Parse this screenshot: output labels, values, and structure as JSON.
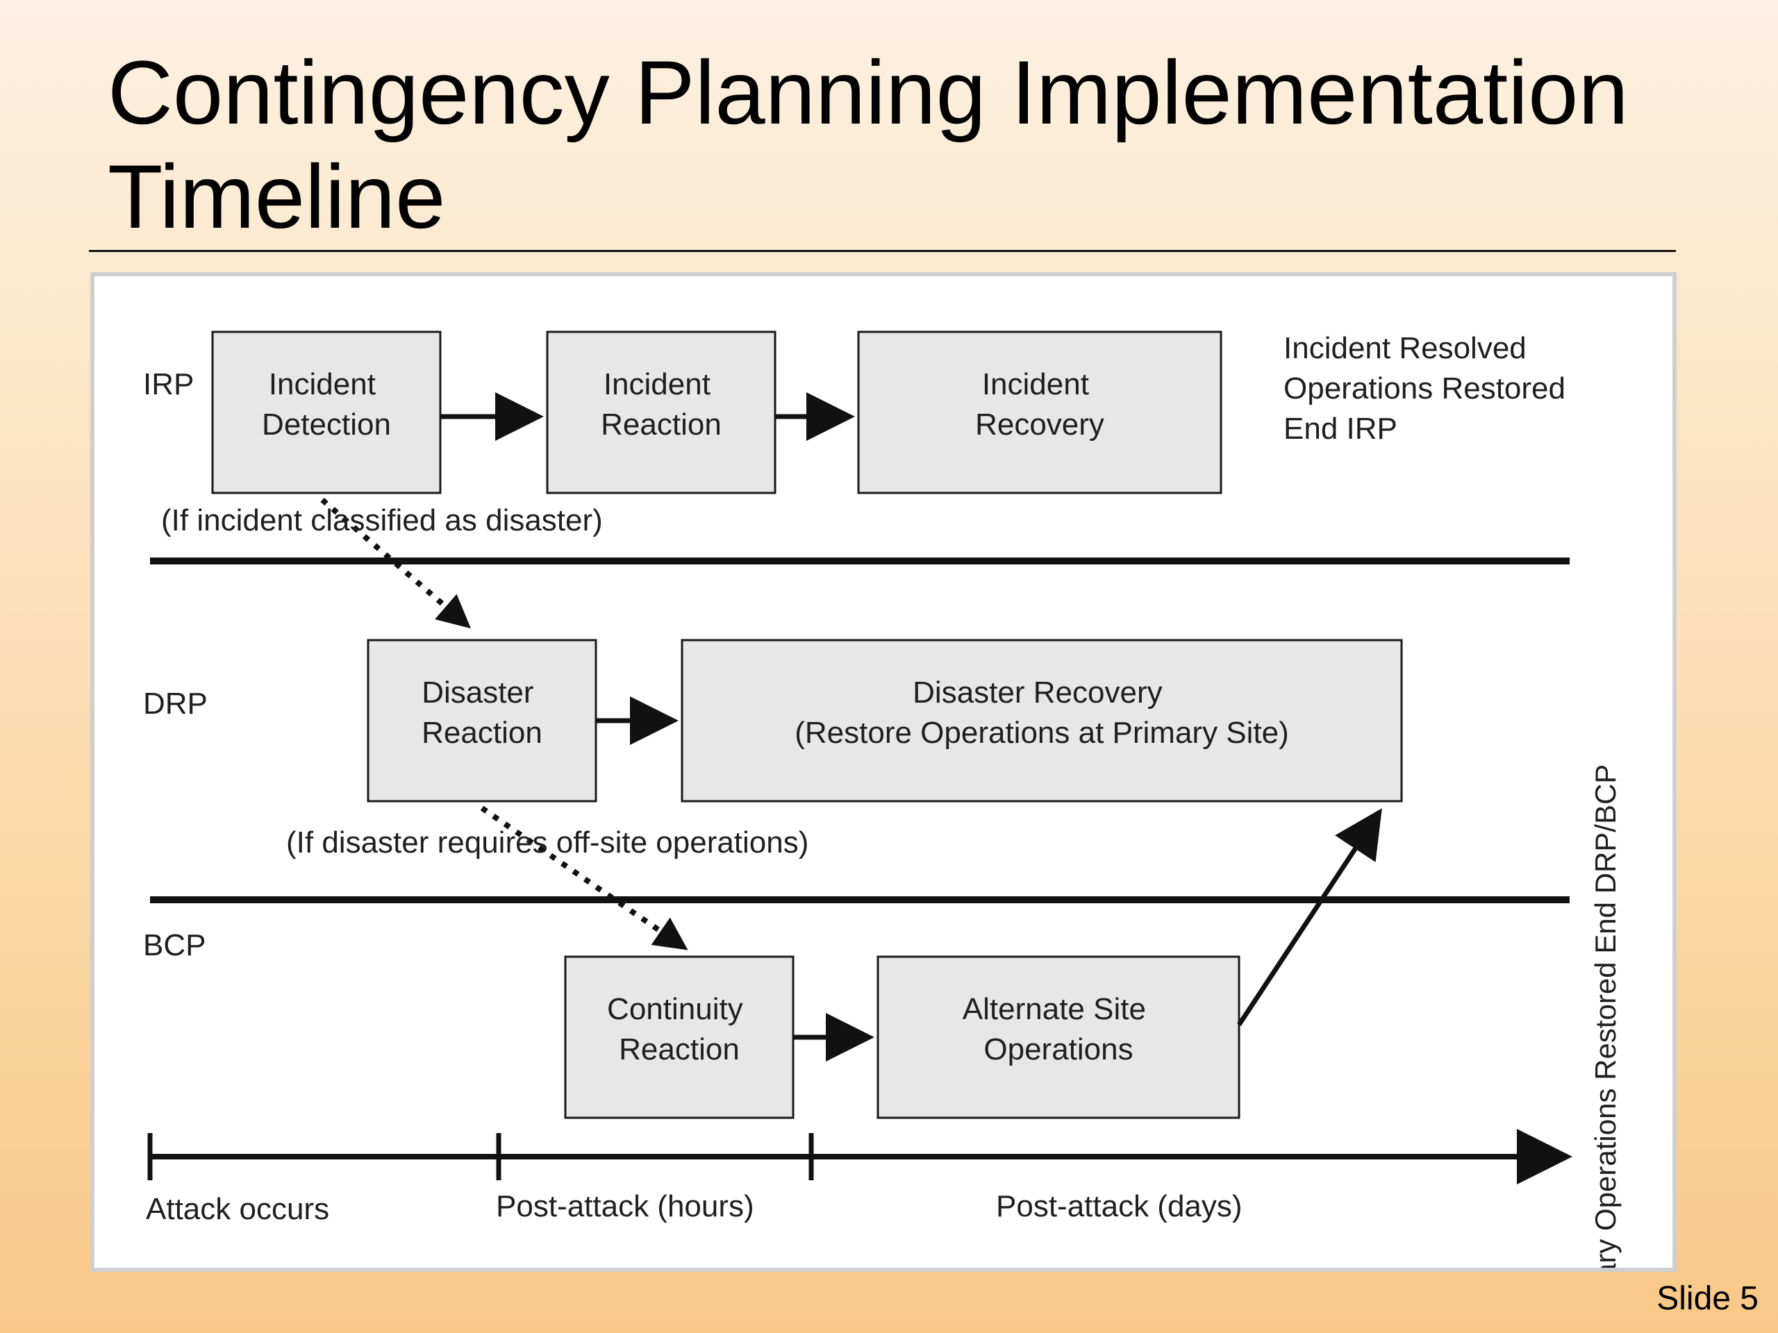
{
  "slide": {
    "title": "Contingency Planning Implementation Timeline",
    "slide_number": "Slide 5"
  },
  "lanes": {
    "irp": "IRP",
    "drp": "DRP",
    "bcp": "BCP"
  },
  "boxes": {
    "incident_detection": [
      "Incident",
      "Detection"
    ],
    "incident_reaction": [
      "Incident",
      "Reaction"
    ],
    "incident_recovery": [
      "Incident",
      "Recovery"
    ],
    "disaster_reaction": [
      "Disaster",
      "Reaction"
    ],
    "disaster_recovery": [
      "Disaster Recovery",
      "(Restore Operations at Primary Site)"
    ],
    "continuity_reaction": [
      "Continuity",
      "Reaction"
    ],
    "alternate_site_operations": [
      "Alternate Site",
      "Operations"
    ]
  },
  "notes": {
    "incident_resolved": [
      "Incident Resolved",
      "Operations Restored",
      "End IRP"
    ],
    "if_disaster": "(If incident classified as disaster)",
    "if_offsite": "(If disaster requires off-site operations)",
    "primary_restored": "Primary Operations Restored End DRP/BCP"
  },
  "timeline": {
    "attack_occurs": "Attack occurs",
    "post_attack_hours": "Post-attack (hours)",
    "post_attack_days": "Post-attack (days)"
  }
}
